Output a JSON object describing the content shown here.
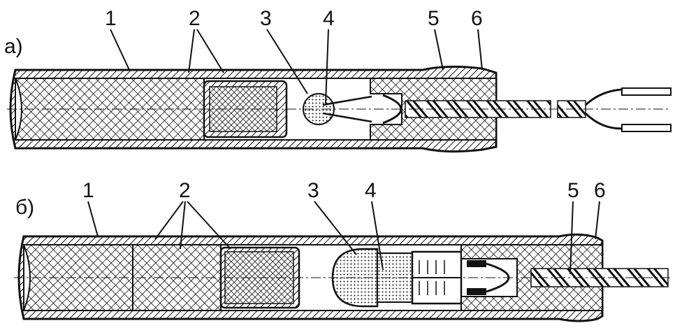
{
  "diagram_a": {
    "variant_label": "а)",
    "callouts": [
      "1",
      "2",
      "3",
      "4",
      "5",
      "6"
    ]
  },
  "diagram_b": {
    "variant_label": "б)",
    "callouts": [
      "1",
      "2",
      "3",
      "4",
      "5",
      "6"
    ]
  },
  "colors": {
    "ink": "#111111",
    "paper": "#ffffff",
    "fill_gray": "#d9d9d9"
  }
}
